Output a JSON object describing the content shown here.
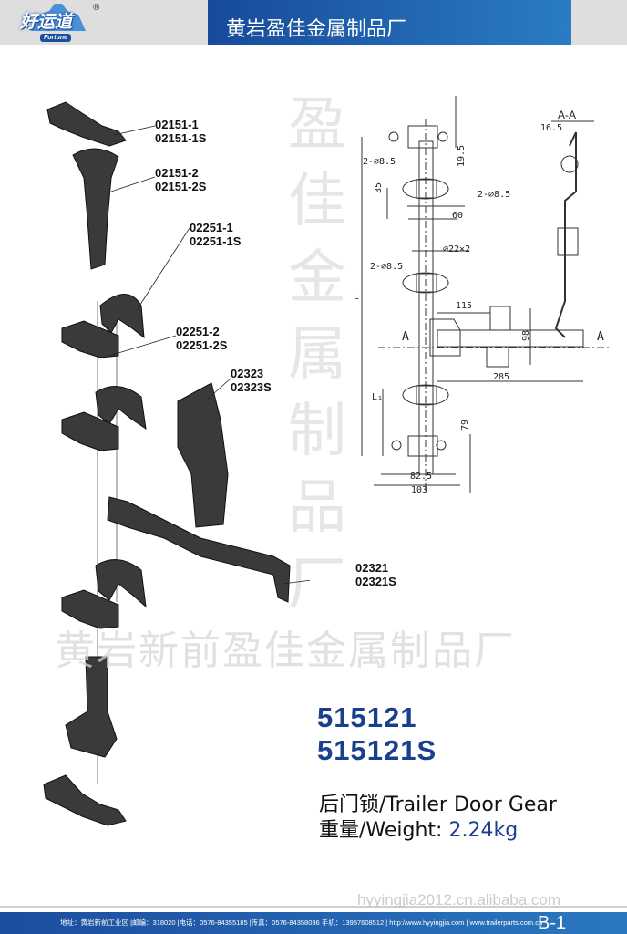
{
  "header": {
    "logo_text": "好运道",
    "logo_sub": "Fortune",
    "logo_reg": "®",
    "company": "黄岩盈佳金属制品厂"
  },
  "watermark": {
    "vertical": [
      "盈",
      "佳",
      "金",
      "属",
      "制",
      "品",
      "厂"
    ],
    "horizontal": "黄岩新前盈佳金属制品厂",
    "site": "hyyingjia2012.cn.alibaba.com"
  },
  "parts": [
    {
      "code": "02151-1",
      "code_s": "02151-1S"
    },
    {
      "code": "02151-2",
      "code_s": "02151-2S"
    },
    {
      "code": "02251-1",
      "code_s": "02251-1S"
    },
    {
      "code": "02251-2",
      "code_s": "02251-2S"
    },
    {
      "code": "02323",
      "code_s": "02323S"
    },
    {
      "code": "02321",
      "code_s": "02321S"
    }
  ],
  "drawing": {
    "hole_top": "2-⌀8.5",
    "dim_19_5": "19.5",
    "dim_35": "35",
    "hole_mid": "2-⌀8.5",
    "dim_60": "60",
    "tube": "⌀22×2",
    "hole_low": "2-⌀8.5",
    "L": "L",
    "dim_115": "115",
    "dim_98": "98",
    "section_mark_left": "A",
    "section_mark_right": "A",
    "dim_285": "285",
    "L1": "L₁",
    "dim_79": "79",
    "dim_82_5": "82.5",
    "dim_103": "103",
    "section_title": "A-A",
    "dim_16_5": "16.5"
  },
  "product": {
    "model": "515121",
    "model_s": "515121S",
    "name": "后门锁/Trailer Door Gear",
    "weight_label": "重量/Weight: ",
    "weight_value": "2.24kg"
  },
  "footer": {
    "contact": "地址：黄岩新前工业区 |邮编：318020 |电话：0576-84355185 |传真：0576-84358036 手机：13957608512 | http://www.hyyingjia.com  |  www.trailerparts.com.cn",
    "page": "B-1"
  }
}
